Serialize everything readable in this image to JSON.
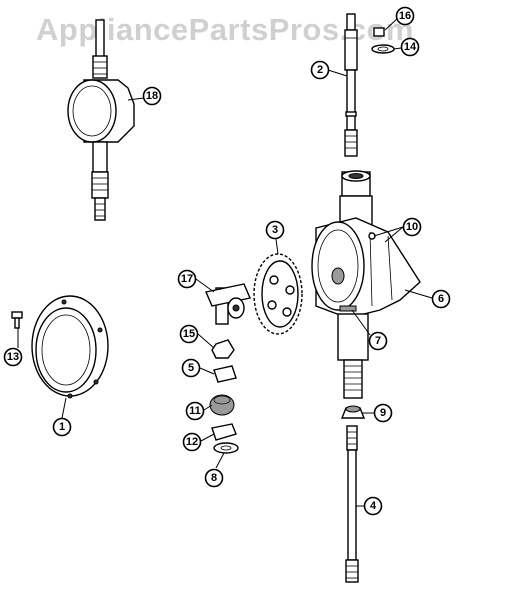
{
  "watermark": "AppliancePartsPros.com",
  "callouts": [
    {
      "id": "18",
      "label": "18"
    },
    {
      "id": "16",
      "label": "16"
    },
    {
      "id": "14",
      "label": "14"
    },
    {
      "id": "2",
      "label": "2"
    },
    {
      "id": "3",
      "label": "3"
    },
    {
      "id": "10",
      "label": "10"
    },
    {
      "id": "17",
      "label": "17"
    },
    {
      "id": "6",
      "label": "6"
    },
    {
      "id": "15",
      "label": "15"
    },
    {
      "id": "7",
      "label": "7"
    },
    {
      "id": "13",
      "label": "13"
    },
    {
      "id": "5",
      "label": "5"
    },
    {
      "id": "11",
      "label": "11"
    },
    {
      "id": "9",
      "label": "9"
    },
    {
      "id": "1",
      "label": "1"
    },
    {
      "id": "12",
      "label": "12"
    },
    {
      "id": "8",
      "label": "8"
    },
    {
      "id": "4",
      "label": "4"
    }
  ]
}
